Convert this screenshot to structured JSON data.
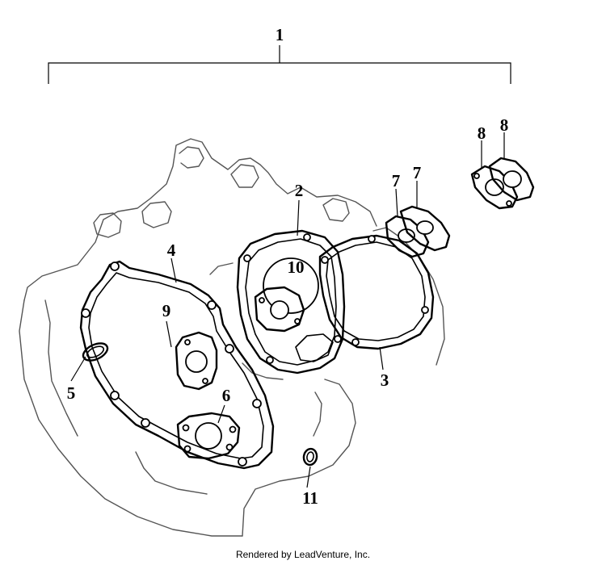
{
  "footer": "Rendered by LeadVenture, Inc.",
  "callouts": {
    "c1": "1",
    "c2": "2",
    "c3": "3",
    "c4": "4",
    "c5": "5",
    "c6": "6",
    "c7a": "7",
    "c7b": "7",
    "c8a": "8",
    "c8b": "8",
    "c9": "9",
    "c10": "10",
    "c11": "11"
  }
}
